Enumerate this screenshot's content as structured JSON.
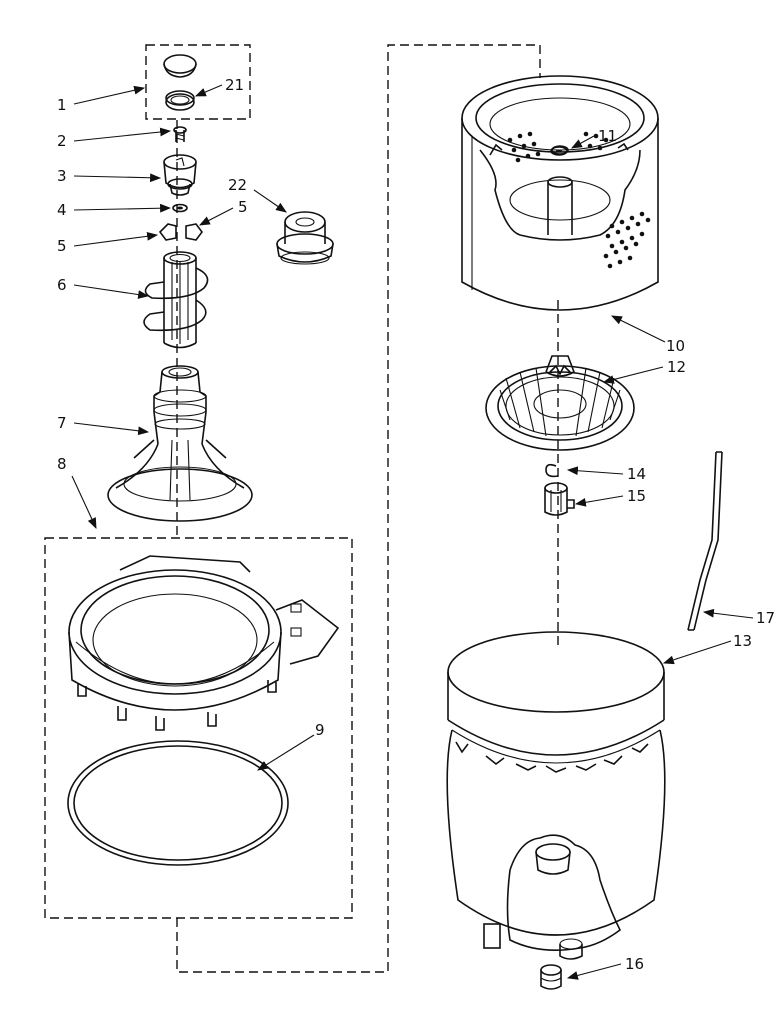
{
  "diagram": {
    "callouts": [
      {
        "id": "c1",
        "text": "1"
      },
      {
        "id": "c2",
        "text": "2"
      },
      {
        "id": "c3",
        "text": "3"
      },
      {
        "id": "c4",
        "text": "4"
      },
      {
        "id": "c5a",
        "text": "5"
      },
      {
        "id": "c5b",
        "text": "5"
      },
      {
        "id": "c6",
        "text": "6"
      },
      {
        "id": "c7",
        "text": "7"
      },
      {
        "id": "c8",
        "text": "8"
      },
      {
        "id": "c9",
        "text": "9"
      },
      {
        "id": "c10",
        "text": "10"
      },
      {
        "id": "c11",
        "text": "11"
      },
      {
        "id": "c12",
        "text": "12"
      },
      {
        "id": "c13",
        "text": "13"
      },
      {
        "id": "c14",
        "text": "14"
      },
      {
        "id": "c15",
        "text": "15"
      },
      {
        "id": "c16",
        "text": "16"
      },
      {
        "id": "c17",
        "text": "17"
      },
      {
        "id": "c21",
        "text": "21"
      },
      {
        "id": "c22",
        "text": "22"
      }
    ]
  }
}
